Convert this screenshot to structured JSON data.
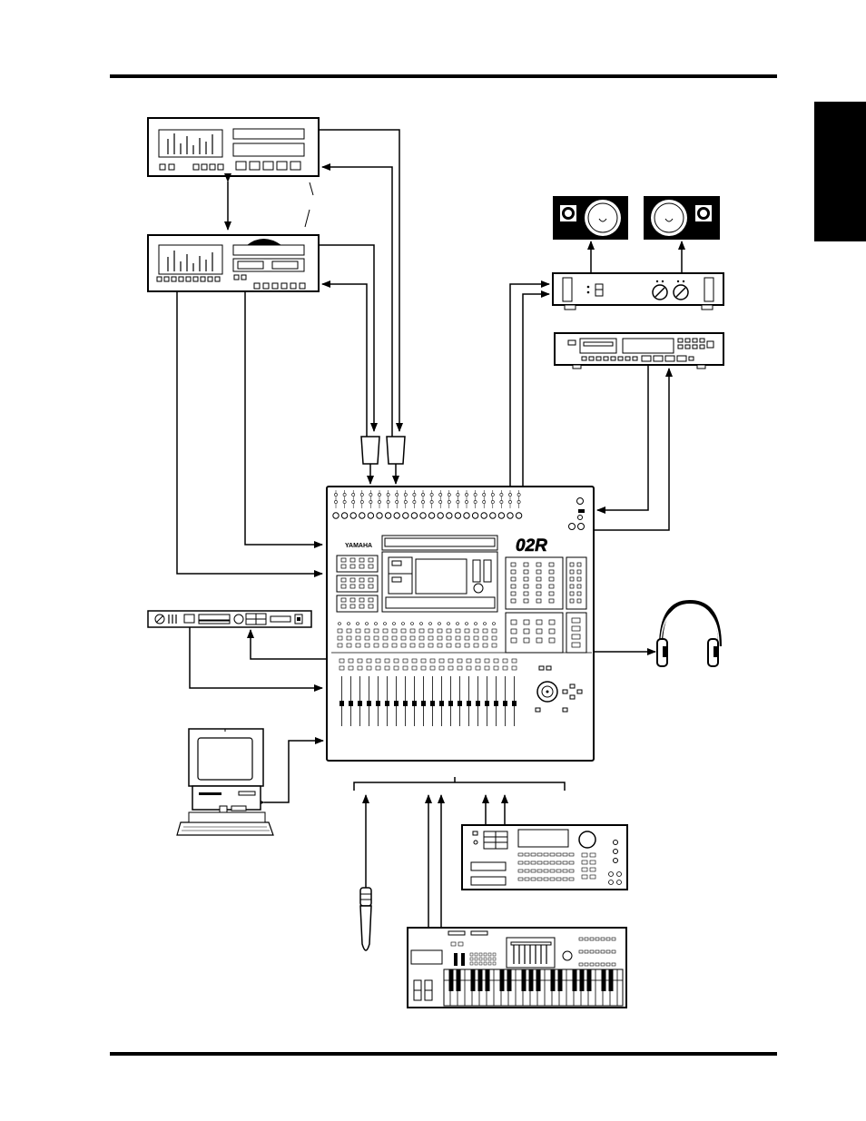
{
  "page": {
    "side_tab_color": "#000000",
    "rule_color": "#000000"
  },
  "diagram": {
    "type": "studio-connection-diagram",
    "devices": [
      {
        "id": "recorder-1",
        "icon": "multitrack-recorder-icon"
      },
      {
        "id": "recorder-2",
        "icon": "multitrack-recorder-icon"
      },
      {
        "id": "monitor-left",
        "icon": "speaker-icon"
      },
      {
        "id": "monitor-right",
        "icon": "speaker-icon"
      },
      {
        "id": "power-amp",
        "icon": "power-amplifier-icon"
      },
      {
        "id": "dat-recorder",
        "icon": "dat-recorder-icon"
      },
      {
        "id": "mixer",
        "icon": "digital-mixer-icon",
        "brand_label": "YAMAHA",
        "model_logo": "02R"
      },
      {
        "id": "effects-processor",
        "icon": "rack-effects-icon"
      },
      {
        "id": "headphones",
        "icon": "headphones-icon"
      },
      {
        "id": "computer",
        "icon": "computer-icon"
      },
      {
        "id": "microphone",
        "icon": "microphone-icon"
      },
      {
        "id": "tone-generator",
        "icon": "tone-module-icon"
      },
      {
        "id": "keyboard-synth",
        "icon": "synthesizer-keyboard-icon"
      }
    ]
  }
}
